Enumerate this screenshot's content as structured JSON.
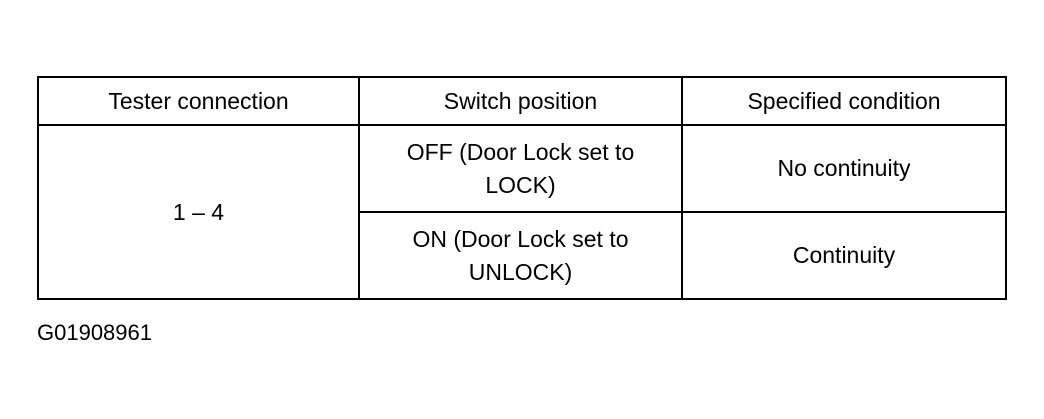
{
  "table": {
    "headers": [
      "Tester connection",
      "Switch position",
      "Specified condition"
    ],
    "tester_connection": "1 – 4",
    "rows": [
      {
        "switch_position": "OFF (Door Lock set to LOCK)",
        "specified_condition": "No continuity"
      },
      {
        "switch_position": "ON (Door Lock set to UNLOCK)",
        "specified_condition": "Continuity"
      }
    ]
  },
  "figure_id": "G01908961"
}
